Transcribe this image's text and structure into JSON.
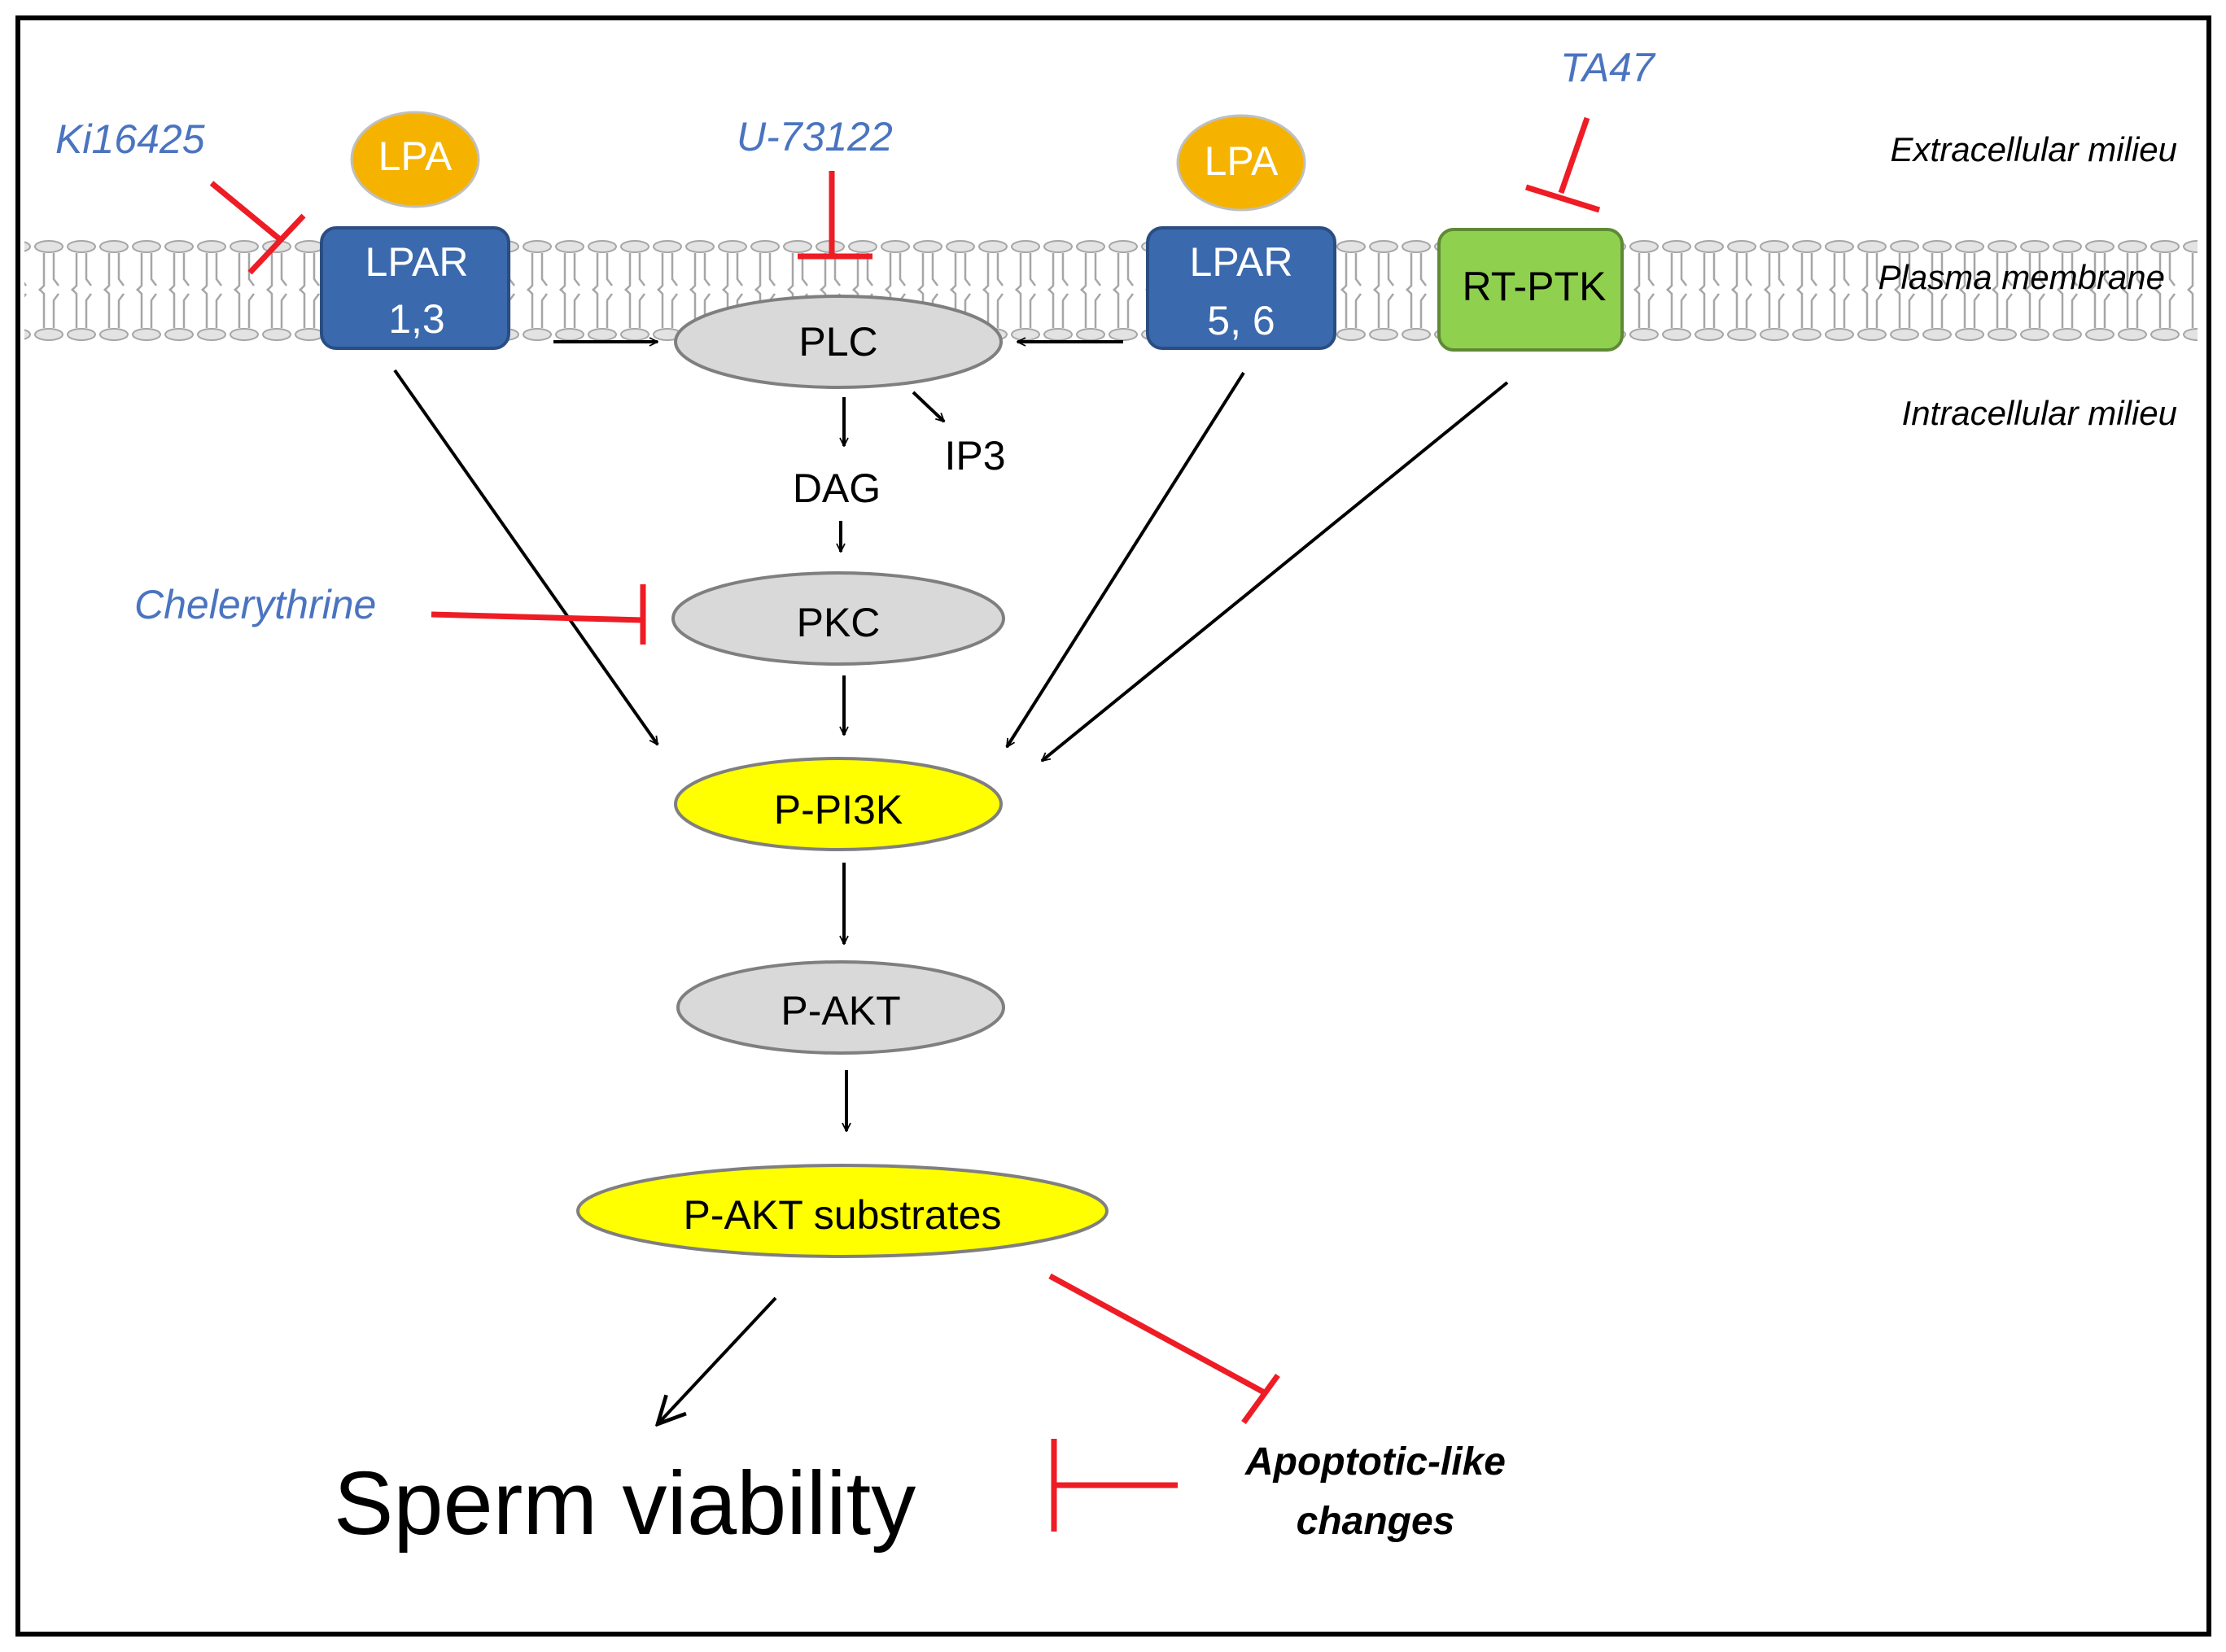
{
  "colors": {
    "receptor": "#3b69ad",
    "receptor_border": "#2a4d82",
    "ligand": "#f5b300",
    "kinase": "#8fd14f",
    "gray_node": "#d9d9d9",
    "yellow_node": "#ffff00",
    "inhibitor_text": "#4a74c0",
    "inhibition": "#ee1c25",
    "arrow": "#000000"
  },
  "zones": {
    "extracellular": "Extracellular milieu",
    "membrane": "Plasma membrane",
    "intracellular": "Intracellular milieu"
  },
  "ligands": {
    "lpa_left": "LPA",
    "lpa_right": "LPA"
  },
  "receptors": {
    "lpar13_line1": "LPAR",
    "lpar13_line2": "1,3",
    "lpar56_line1": "LPAR",
    "lpar56_line2": "5, 6",
    "rtptk": "RT-PTK"
  },
  "nodes": {
    "plc": "PLC",
    "ip3": "IP3",
    "dag": "DAG",
    "pkc": "PKC",
    "ppi3k": "P-PI3K",
    "pakt": "P-AKT",
    "pakt_substrates": "P-AKT substrates"
  },
  "inhibitors": {
    "ki16425": "Ki16425",
    "u73122": "U-73122",
    "ta47": "TA47",
    "chelerythrine": "Chelerythrine"
  },
  "outcomes": {
    "sperm_viability": "Sperm viability",
    "apoptotic_line1": "Apoptotic-like",
    "apoptotic_line2": "changes"
  }
}
